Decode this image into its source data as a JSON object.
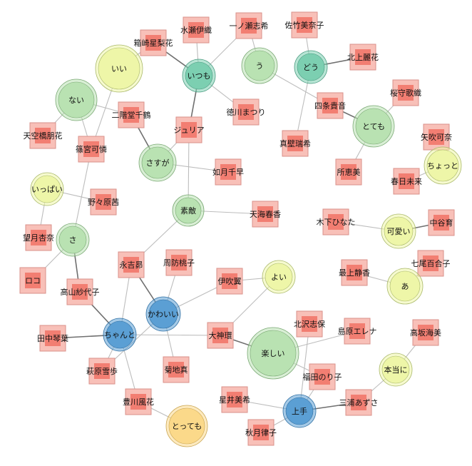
{
  "colors": {
    "edge": "#bdbdbd",
    "edge_strong": "#6f6f6f",
    "person_outer": "#f8c0b8",
    "person_inner": "#f27e72",
    "person_border": "#d9908a",
    "word_green": "#b9e2b2",
    "word_green_border": "#7aa874",
    "word_yellow": "#eef6a8",
    "word_yellow_border": "#a9b86a",
    "word_teal": "#7ccfb1",
    "word_teal_border": "#4a9a80",
    "word_blue": "#5b9fd4",
    "word_blue_border": "#2f6fa3",
    "word_orange": "#fbd98a",
    "word_orange_border": "#c9a552"
  },
  "diagram": {
    "words": [
      {
        "id": "w_ii",
        "label": "いい",
        "color": "yellow"
      },
      {
        "id": "w_nai",
        "label": "ない",
        "color": "green"
      },
      {
        "id": "w_itsumo",
        "label": "いつも",
        "color": "teal"
      },
      {
        "id": "w_u",
        "label": "う",
        "color": "green"
      },
      {
        "id": "w_dou",
        "label": "どう",
        "color": "teal"
      },
      {
        "id": "w_totemo",
        "label": "とても",
        "color": "green"
      },
      {
        "id": "w_chotto",
        "label": "ちょっと",
        "color": "yellow"
      },
      {
        "id": "w_sasuga",
        "label": "さすが",
        "color": "green"
      },
      {
        "id": "w_ippai",
        "label": "いっぱい",
        "color": "yellow"
      },
      {
        "id": "w_suteki",
        "label": "素敵",
        "color": "green"
      },
      {
        "id": "w_sa",
        "label": "さ",
        "color": "green"
      },
      {
        "id": "w_kawaii2",
        "label": "可愛い",
        "color": "yellow"
      },
      {
        "id": "w_yoi",
        "label": "よい",
        "color": "yellow"
      },
      {
        "id": "w_a",
        "label": "あ",
        "color": "yellow"
      },
      {
        "id": "w_kawaii",
        "label": "かわいい",
        "color": "blue"
      },
      {
        "id": "w_chanto",
        "label": "ちゃんと",
        "color": "blue"
      },
      {
        "id": "w_tanoshii",
        "label": "楽しい",
        "color": "green"
      },
      {
        "id": "w_hontouni",
        "label": "本当に",
        "color": "yellow"
      },
      {
        "id": "w_jouzu",
        "label": "上手",
        "color": "blue"
      },
      {
        "id": "w_tottemo",
        "label": "とっても",
        "color": "orange"
      }
    ],
    "people": [
      {
        "id": "p_minase",
        "label": "水瀬伊織"
      },
      {
        "id": "p_ichinose",
        "label": "一ノ瀬志希"
      },
      {
        "id": "p_hakozaki",
        "label": "箱崎星梨花"
      },
      {
        "id": "p_sakuse",
        "label": "佐竹美奈子"
      },
      {
        "id": "p_kitakami",
        "label": "北上麗花"
      },
      {
        "id": "p_sakuramori",
        "label": "桜守歌織"
      },
      {
        "id": "p_shijou",
        "label": "四条貴音"
      },
      {
        "id": "p_tokugawa",
        "label": "徳川まつり"
      },
      {
        "id": "p_nikaido",
        "label": "二階堂千鶴"
      },
      {
        "id": "p_tenkubashi",
        "label": "天空橋朋花"
      },
      {
        "id": "p_shinomiya",
        "label": "篠宮可憐"
      },
      {
        "id": "p_julia",
        "label": "ジュリア"
      },
      {
        "id": "p_makabe",
        "label": "真壁瑞希"
      },
      {
        "id": "p_yabuki",
        "label": "矢吹可奈"
      },
      {
        "id": "p_tokoro",
        "label": "所恵美"
      },
      {
        "id": "p_kasuga",
        "label": "春日未来"
      },
      {
        "id": "p_kisaragi",
        "label": "如月千早"
      },
      {
        "id": "p_nonohara",
        "label": "野々原茜"
      },
      {
        "id": "p_amami",
        "label": "天海春香"
      },
      {
        "id": "p_kinoshita",
        "label": "木下ひなた"
      },
      {
        "id": "p_nakatani",
        "label": "中谷育"
      },
      {
        "id": "p_mochizuki",
        "label": "望月杏奈"
      },
      {
        "id": "p_roco",
        "label": "ロコ"
      },
      {
        "id": "p_suou",
        "label": "周防桃子"
      },
      {
        "id": "p_nagayoshi",
        "label": "永吉昴"
      },
      {
        "id": "p_nanao",
        "label": "七尾百合子"
      },
      {
        "id": "p_mogami",
        "label": "最上静香"
      },
      {
        "id": "p_ibuki",
        "label": "伊吹翼"
      },
      {
        "id": "p_takayama",
        "label": "高山紗代子"
      },
      {
        "id": "p_kitazawa",
        "label": "北沢志保"
      },
      {
        "id": "p_shimabara",
        "label": "島原エレナ"
      },
      {
        "id": "p_takasaka",
        "label": "高坂海美"
      },
      {
        "id": "p_tanaka",
        "label": "田中琴葉"
      },
      {
        "id": "p_ogami",
        "label": "大神環"
      },
      {
        "id": "p_hagiwara",
        "label": "萩原雪歩"
      },
      {
        "id": "p_kikuchi",
        "label": "菊地真"
      },
      {
        "id": "p_fukuda",
        "label": "福田のり子"
      },
      {
        "id": "p_toyokawa",
        "label": "豊川風花"
      },
      {
        "id": "p_hoshii",
        "label": "星井美希"
      },
      {
        "id": "p_miura",
        "label": "三浦あずさ"
      },
      {
        "id": "p_akizuki",
        "label": "秋月律子"
      }
    ],
    "edges": [
      [
        "w_ii",
        "p_hakozaki",
        "weak"
      ],
      [
        "w_ii",
        "p_shinomiya",
        "weak"
      ],
      [
        "w_nai",
        "p_nikaido",
        "weak"
      ],
      [
        "w_nai",
        "p_tenkubashi",
        "weak"
      ],
      [
        "w_nai",
        "p_shinomiya",
        "weak"
      ],
      [
        "w_itsumo",
        "p_hakozaki",
        "strong"
      ],
      [
        "w_itsumo",
        "p_minase",
        "weak"
      ],
      [
        "w_itsumo",
        "p_ichinose",
        "weak"
      ],
      [
        "w_itsumo",
        "p_tokugawa",
        "weak"
      ],
      [
        "w_itsumo",
        "p_julia",
        "strong"
      ],
      [
        "w_u",
        "p_ichinose",
        "weak"
      ],
      [
        "w_u",
        "p_shijou",
        "weak"
      ],
      [
        "w_dou",
        "p_sakuse",
        "weak"
      ],
      [
        "w_dou",
        "p_kitakami",
        "strong"
      ],
      [
        "w_dou",
        "p_makabe",
        "weak"
      ],
      [
        "w_totemo",
        "p_sakuramori",
        "weak"
      ],
      [
        "w_totemo",
        "p_shijou",
        "strong"
      ],
      [
        "w_totemo",
        "p_tokoro",
        "weak"
      ],
      [
        "w_chotto",
        "p_yabuki",
        "weak"
      ],
      [
        "w_chotto",
        "p_kasuga",
        "weak"
      ],
      [
        "w_sasuga",
        "p_nikaido",
        "strong"
      ],
      [
        "w_sasuga",
        "p_julia",
        "weak"
      ],
      [
        "w_sasuga",
        "p_kisaragi",
        "weak"
      ],
      [
        "w_ippai",
        "p_nonohara",
        "weak"
      ],
      [
        "w_ippai",
        "p_mochizuki",
        "weak"
      ],
      [
        "w_suteki",
        "p_julia",
        "weak"
      ],
      [
        "w_suteki",
        "p_amami",
        "weak"
      ],
      [
        "w_suteki",
        "p_nagayoshi",
        "weak"
      ],
      [
        "w_sa",
        "p_shinomiya",
        "weak"
      ],
      [
        "w_sa",
        "p_roco",
        "weak"
      ],
      [
        "w_sa",
        "p_takayama",
        "strong"
      ],
      [
        "w_kawaii2",
        "p_kinoshita",
        "weak"
      ],
      [
        "w_kawaii2",
        "p_nakatani",
        "strong"
      ],
      [
        "w_yoi",
        "p_ibuki",
        "weak"
      ],
      [
        "w_yoi",
        "p_ogami",
        "weak"
      ],
      [
        "w_a",
        "p_nanao",
        "weak"
      ],
      [
        "w_a",
        "p_mogami",
        "weak"
      ],
      [
        "w_kawaii",
        "p_nagayoshi",
        "strong"
      ],
      [
        "w_kawaii",
        "p_suou",
        "weak"
      ],
      [
        "w_kawaii",
        "p_ibuki",
        "weak"
      ],
      [
        "w_kawaii",
        "p_kikuchi",
        "weak"
      ],
      [
        "w_kawaii",
        "p_hagiwara",
        "weak"
      ],
      [
        "w_chanto",
        "p_takayama",
        "strong"
      ],
      [
        "w_chanto",
        "p_nagayoshi",
        "weak"
      ],
      [
        "w_chanto",
        "p_tanaka",
        "strong"
      ],
      [
        "w_chanto",
        "p_ogami",
        "weak"
      ],
      [
        "w_chanto",
        "p_hagiwara",
        "weak"
      ],
      [
        "w_chanto",
        "p_toyokawa",
        "weak"
      ],
      [
        "w_tanoshii",
        "p_ogami",
        "strong"
      ],
      [
        "w_tanoshii",
        "p_shimabara",
        "weak"
      ],
      [
        "w_tanoshii",
        "p_fukuda",
        "weak"
      ],
      [
        "w_hontouni",
        "p_takasaka",
        "weak"
      ],
      [
        "w_hontouni",
        "p_miura",
        "weak"
      ],
      [
        "w_jouzu",
        "p_kitazawa",
        "weak"
      ],
      [
        "w_jouzu",
        "p_fukuda",
        "weak"
      ],
      [
        "w_jouzu",
        "p_hoshii",
        "weak"
      ],
      [
        "w_jouzu",
        "p_miura",
        "strong"
      ],
      [
        "w_jouzu",
        "p_akizuki",
        "weak"
      ],
      [
        "w_tottemo",
        "p_toyokawa",
        "weak"
      ]
    ]
  }
}
